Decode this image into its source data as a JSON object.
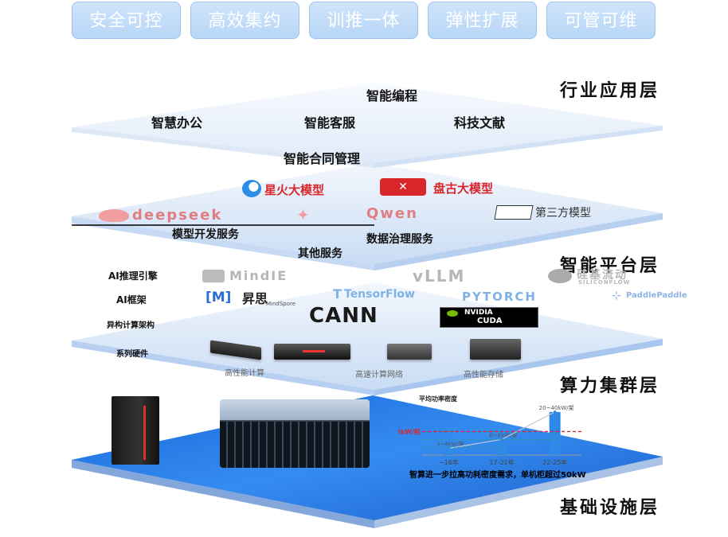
{
  "tabs": [
    "安全可控",
    "高效集约",
    "训推一体",
    "弹性扩展",
    "可管可维"
  ],
  "layers": {
    "industry": "行业应用层",
    "platform": "智能平台层",
    "compute": "算力集群层",
    "infra": "基础设施层"
  },
  "apps": {
    "programming": "智能编程",
    "office": "智慧办公",
    "customer_service": "智能客服",
    "docs": "科技文献",
    "contract": "智能合同管理"
  },
  "models": {
    "spark": "星火大模型",
    "pangu": "盘古大模型",
    "deepseek": "deepseek",
    "qwen": "Qwen",
    "third_party": "第三方模型"
  },
  "services": {
    "model_dev": "模型开发服务",
    "data_gov": "数据治理服务",
    "other": "其他服务"
  },
  "stack_labels": {
    "inference": "AI推理引擎",
    "framework": "AI框架",
    "hetero": "异构计算架构",
    "hardware": "系列硬件"
  },
  "logos": {
    "mindie": "MindIE",
    "vllm": "vLLM",
    "siliconflow_cn": "硅基流动",
    "siliconflow_en": "SILICONFLOW",
    "mindspore_cn": "昇思",
    "mindspore_en": "MindSpore",
    "tensorflow": "TensorFlow",
    "pytorch": "PYTORCH",
    "paddle": "PaddlePaddle",
    "cann": "CANN",
    "nvidia": "NVIDIA",
    "cuda": "CUDA"
  },
  "hardware": {
    "hpc": "高性能计算",
    "network": "高速计算网络",
    "storage": "高性能存储"
  },
  "chart_data": {
    "type": "bar",
    "title": "平均功率密度",
    "categories": [
      "~16年",
      "17-21年",
      "22-25年"
    ],
    "values": [
      3.4,
      8,
      22
    ],
    "value_labels": [
      "3~4kW/架",
      "6~8kW/架",
      "20~40kW/架"
    ],
    "reference_line": {
      "value": 12,
      "label": "12kW/柜",
      "color": "#d9262b"
    },
    "ylim": [
      0,
      26
    ],
    "bar_color": "#2e8ae6",
    "caption": "智算进一步拉高功耗密度需求，单机柜超过50kW"
  },
  "colors": {
    "plane_top": "#e9f1fb",
    "plane_blue": "#1e6fe0",
    "accent_red": "#d9262b"
  }
}
